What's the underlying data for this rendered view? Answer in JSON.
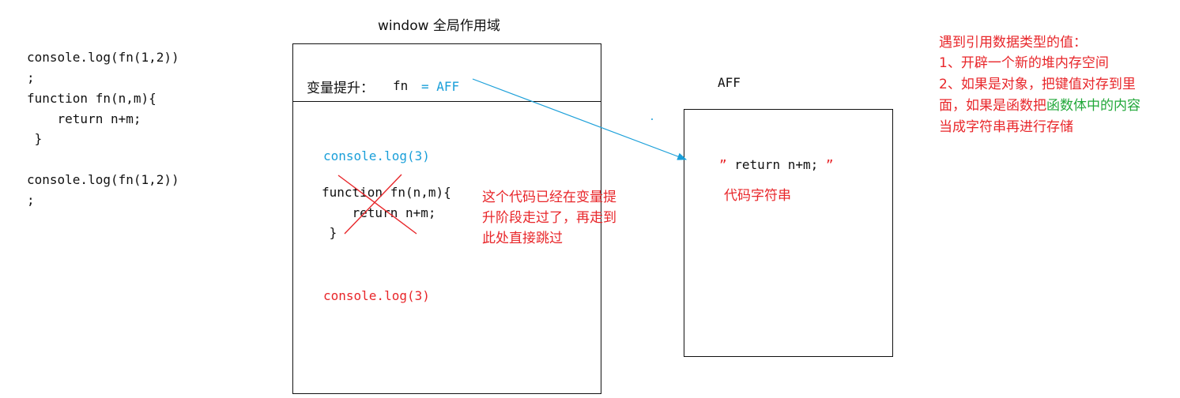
{
  "left_code": {
    "lines": [
      "console.log(fn(1,2))",
      ";",
      "function fn(n,m){",
      "    return n+m;",
      " }",
      "",
      "console.log(fn(1,2))",
      ";"
    ]
  },
  "window_scope": {
    "title": "window 全局作用域",
    "hoist_label": "变量提升：",
    "hoist_var": "fn",
    "hoist_value": "= AFF",
    "stmt1": "console.log(3)",
    "func_lines": [
      "function fn(n,m){",
      "    return n+m;",
      " }"
    ],
    "stmt2": "console.log(3)",
    "note_lines": [
      "这个代码已经在变量提",
      "升阶段走过了，再走到",
      "此处直接跳过"
    ]
  },
  "heap": {
    "address": "AFF",
    "content": "” return n+m; ”",
    "content_label": "代码字符串"
  },
  "explanation": {
    "title": "遇到引用数据类型的值：",
    "line1": "1、开辟一个新的堆内存空间",
    "line2": "2、如果是对象，把键值对存到里",
    "line3_prefix": "面，如果是函数把",
    "line3_highlight": "函数体中的内容",
    "line4": "当成字符串再进行存储"
  },
  "colors": {
    "red": "#e8262a",
    "blue": "#1a9fd9",
    "green": "#22a83a",
    "ink": "#111111"
  }
}
